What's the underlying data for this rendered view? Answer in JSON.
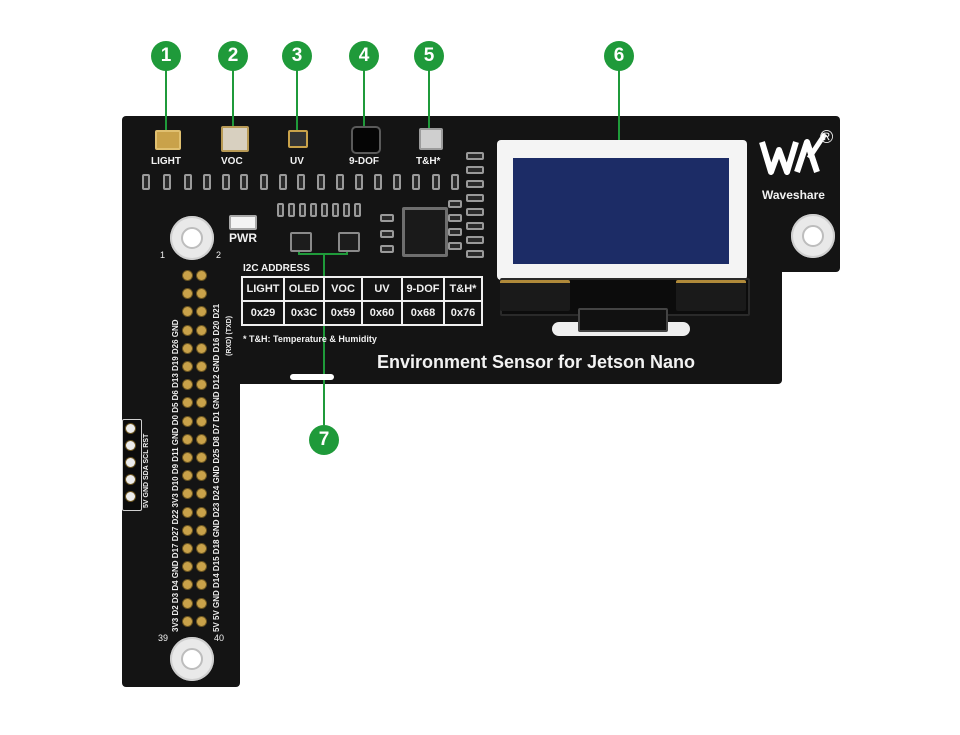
{
  "markers": [
    {
      "number": "1"
    },
    {
      "number": "2"
    },
    {
      "number": "3"
    },
    {
      "number": "4"
    },
    {
      "number": "5"
    },
    {
      "number": "6"
    },
    {
      "number": "7"
    }
  ],
  "sensor_labels": {
    "light": "LIGHT",
    "voc": "VOC",
    "uv": "UV",
    "dof": "9-DOF",
    "th": "T&H*"
  },
  "pwr_label": "PWR",
  "brand": {
    "name": "Waveshare",
    "registered": "®"
  },
  "i2c": {
    "title": "I2C ADDRESS",
    "headers": [
      "LIGHT",
      "OLED",
      "VOC",
      "UV",
      "9-DOF",
      "T&H*"
    ],
    "values": [
      "0x29",
      "0x3C",
      "0x59",
      "0x60",
      "0x68",
      "0x76"
    ],
    "footnote": "* T&H: Temperature & Humidity"
  },
  "board_title": "Environment Sensor for Jetson Nano",
  "header_pins": {
    "first": "1",
    "second": "2",
    "last_odd": "39",
    "last_even": "40"
  },
  "left_pins_label": "3V3 D2 D3 D4 GND D17 D27 D22 3V3 D10 D9 D11 GND D0 D5 D6 D13 D19 D26 GND",
  "right_pins_label": "5V 5V GND D14 D15 D18 GND D23 D24 GND D25 D8 D7 D1 GND D12 GND D16 D20 D21",
  "uart_label": "(RXD) (TXD)",
  "side_connector_label": "5V GND SDA SCL RST",
  "colors": {
    "marker": "#1f9a3a",
    "pcb": "#141414",
    "oled_screen": "#1c2c66",
    "gold": "#c9a24a"
  }
}
